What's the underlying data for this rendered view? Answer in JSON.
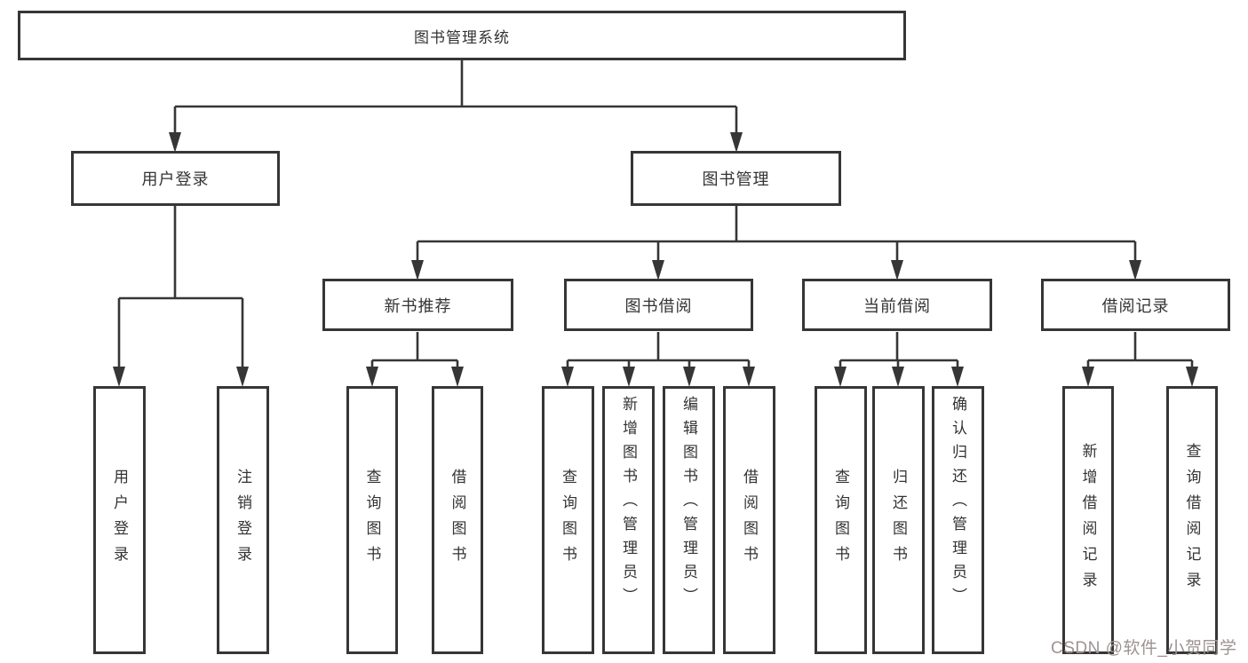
{
  "diagram": {
    "type": "tree",
    "root": "图书管理系统",
    "nodes": {
      "user_login": "用户登录",
      "book_mgmt": "图书管理",
      "new_book_rec": "新书推荐",
      "book_borrowing": "图书借阅",
      "current_borrowing": "当前借阅",
      "borrowing_records": "借阅记录",
      "user_login_children": [
        "用户登录",
        "注销登录"
      ],
      "new_book_rec_children": [
        "查询图书",
        "借阅图书"
      ],
      "book_borrowing_children": [
        "查询图书",
        "新增图书（管理员）",
        "编辑图书（管理员）",
        "借阅图书"
      ],
      "current_borrowing_children": [
        "查询图书",
        "归还图书",
        "确认归还（管理员）"
      ],
      "borrowing_records_children": [
        "新增借阅记录",
        "查询借阅记录"
      ]
    },
    "colors": {
      "line": "#363636",
      "box_border": "#363636",
      "text": "#333333",
      "background": "#ffffff",
      "watermark": "#9e9292"
    }
  },
  "watermark": "CSDN @软件_小贺同学"
}
